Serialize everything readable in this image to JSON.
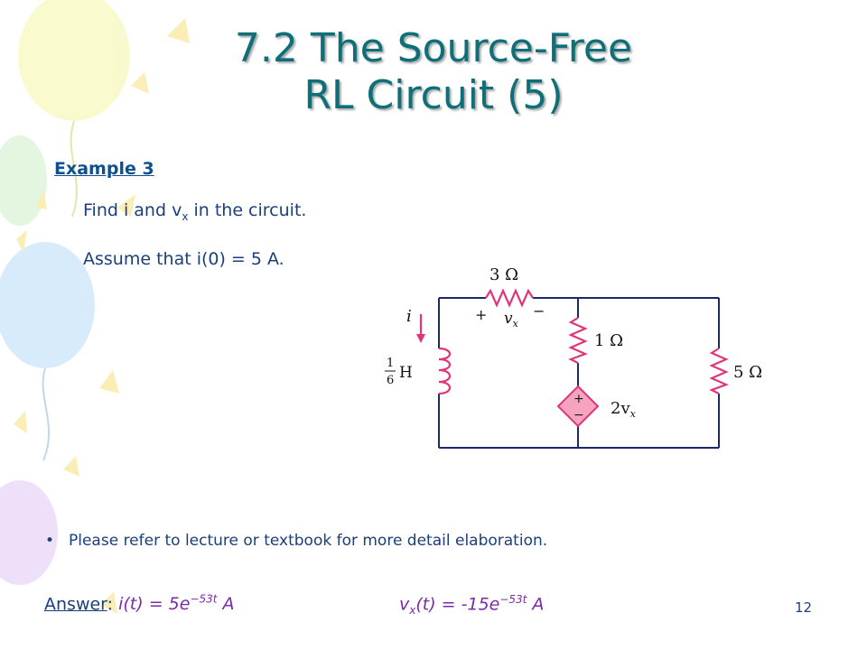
{
  "title": {
    "line1": "7.2 The Source-Free",
    "line2": "RL Circuit (5)"
  },
  "example_heading": "Example 3",
  "prompt": {
    "line1_before": "Find i and v",
    "line1_sub": "x",
    "line1_after": " in the circuit.",
    "line2": "Assume that i(0) = 5  A."
  },
  "circuit": {
    "r_top": "3 Ω",
    "plus": "+",
    "minus": "−",
    "vx": "v",
    "vx_sub": "x",
    "current_label": "i",
    "ind_num": "1",
    "ind_den": "6",
    "ind_unit": "H",
    "r_mid": "1 Ω",
    "r_right": "5 Ω",
    "src_label": "2v",
    "src_sub": "x",
    "colors": {
      "wire": "#1a2a6c",
      "component": "#e0357a",
      "source_fill": "#f5a3bf"
    }
  },
  "bullet": "Please refer to lecture or textbook for more detail elaboration.",
  "answer": {
    "label": "Answer",
    "colon": ":",
    "i_prefix": "i(t) = 5e",
    "i_exp": "−53t",
    "i_unit": " A",
    "v_prefix": "v",
    "v_sub": "x",
    "v_mid": "(t) = -15e",
    "v_exp": "−53t",
    "v_unit": " A"
  },
  "page_number": "12"
}
